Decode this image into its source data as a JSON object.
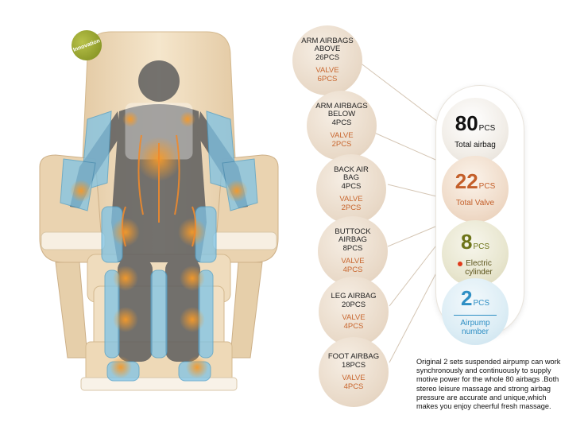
{
  "badge": "Innovation",
  "callouts": [
    {
      "name": "ARM AIRBAGS\nABOVE\n26PCS",
      "valve": "VALVE\n6PCS"
    },
    {
      "name": "ARM AIRBAGS\nBELOW\n4PCS",
      "valve": "VALVE\n2PCS"
    },
    {
      "name": "BACK AIR\nBAG\n4PCS",
      "valve": "VALVE\n2PCS"
    },
    {
      "name": "BUTTOCK\nAIRBAG\n8PCS",
      "valve": "VALVE\n4PCS"
    },
    {
      "name": "LEG AIRBAG\n20PCS",
      "valve": "VALVE\n4PCS"
    },
    {
      "name": "FOOT AIRBAG\n18PCS",
      "valve": "VALVE\n4PCS"
    }
  ],
  "stats": [
    {
      "value": "80",
      "unit": "PCS",
      "label": "Total airbag"
    },
    {
      "value": "22",
      "unit": "PCS",
      "label": "Total Valve"
    },
    {
      "value": "8",
      "unit": "PCS",
      "label": "Electric\ncylinder"
    },
    {
      "value": "2",
      "unit": "PCS",
      "label": "Airpump\nnumber"
    }
  ],
  "description": "Original 2 sets suspended airpump can work synchronously and continuously to supply motive power for the whole 80 airbags .Both stereo leisure massage and strong airbag pressure are accurate and unique,which makes you enjoy cheerful fresh massage.",
  "colors": {
    "valve": "#c8662e",
    "total_valve": "#c45f2a",
    "cylinder": "#6d7418",
    "airpump": "#2f8fc4",
    "chair": "#efdcbd",
    "airbag_blue": "#7ec3e6",
    "massage_orange": "#f0a040"
  }
}
